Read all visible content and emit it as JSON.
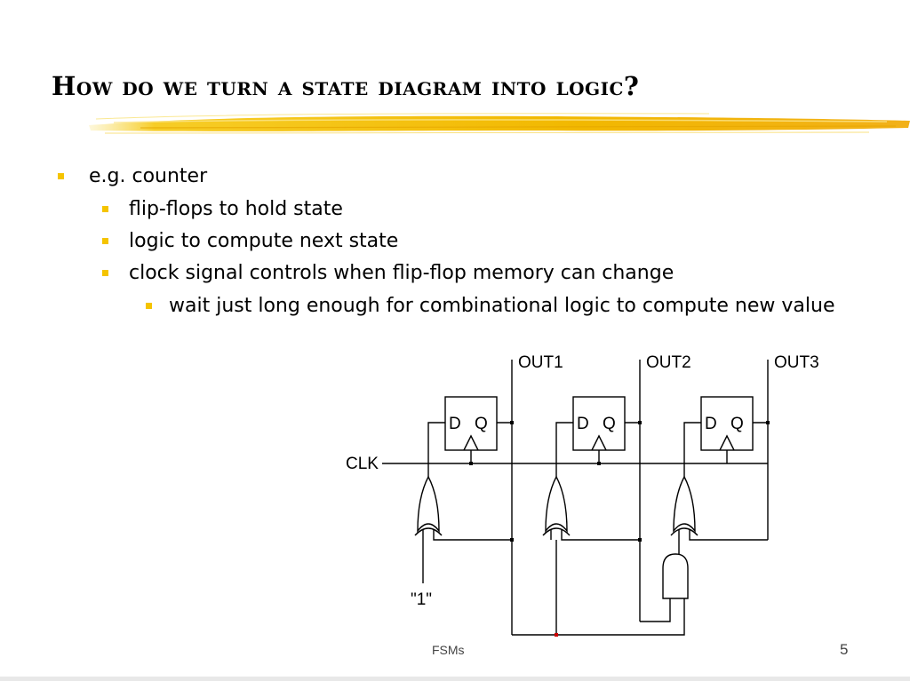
{
  "slide": {
    "title": "How do we turn a state diagram into logic?",
    "bullets": [
      {
        "level": 1,
        "text": "e.g. counter"
      },
      {
        "level": 2,
        "text": "flip-flops to hold state"
      },
      {
        "level": 2,
        "text": "logic to compute next state"
      },
      {
        "level": 2,
        "text": "clock signal controls when flip-flop memory can change"
      },
      {
        "level": 3,
        "text": "wait just long enough for combinational logic to compute new value"
      }
    ],
    "footer": "FSMs",
    "page_number": "5",
    "accent_color": "#f5c400"
  },
  "circuit": {
    "outputs": [
      "OUT1",
      "OUT2",
      "OUT3"
    ],
    "flip_flop": {
      "d_label": "D",
      "q_label": "Q"
    },
    "clock_label": "CLK",
    "constant_input": "\"1\""
  }
}
